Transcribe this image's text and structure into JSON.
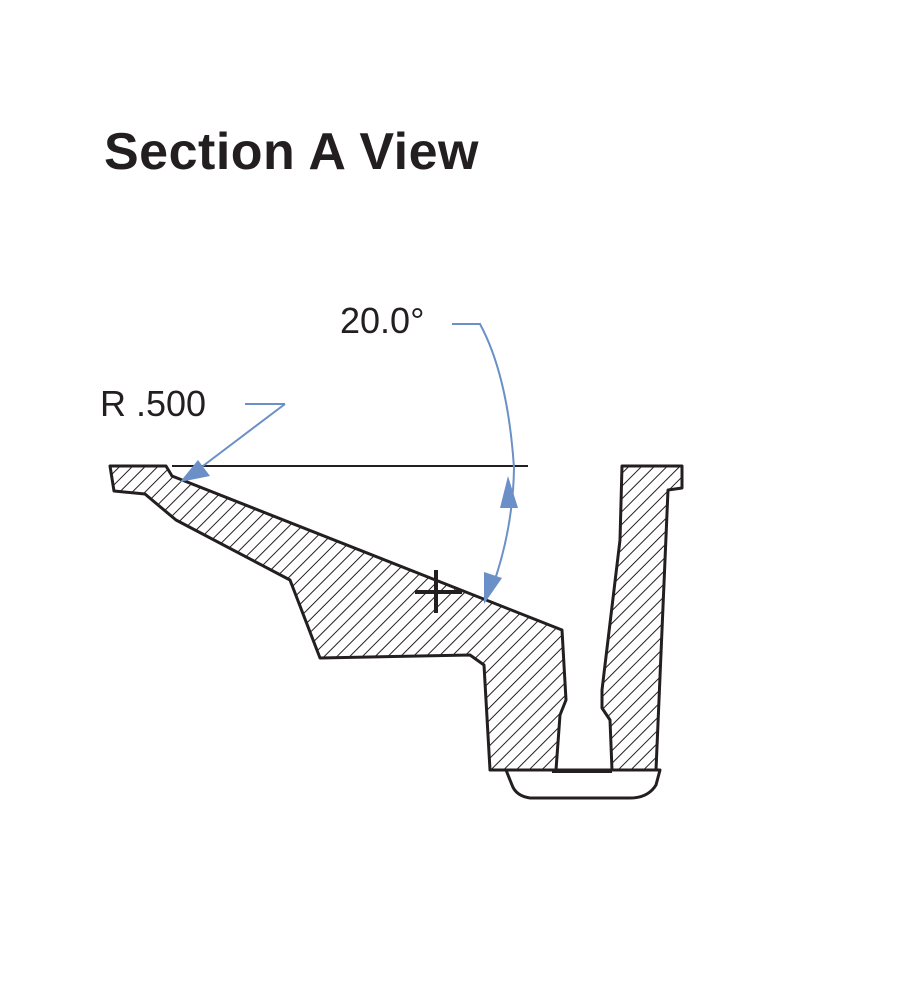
{
  "title": "Section A View",
  "dimensions": {
    "radius_label": "R .500",
    "angle_label": "20.0°"
  },
  "colors": {
    "outline": "#231f20",
    "dimension_line": "#6b8fc7",
    "background": "#ffffff"
  }
}
